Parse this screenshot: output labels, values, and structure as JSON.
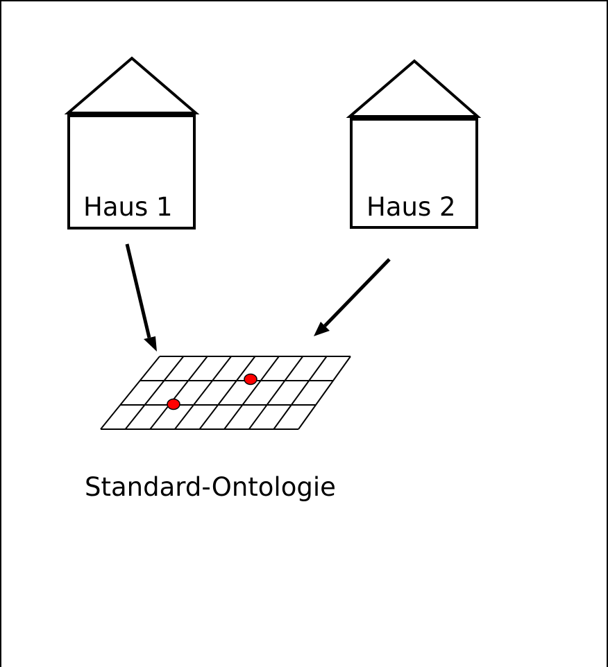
{
  "houses": [
    {
      "label": "Haus 1"
    },
    {
      "label": "Haus 2"
    }
  ],
  "ontology": {
    "label": "Standard-Ontologie",
    "point_color": "#ff0000"
  },
  "colors": {
    "stroke": "#000000",
    "background": "#ffffff"
  }
}
